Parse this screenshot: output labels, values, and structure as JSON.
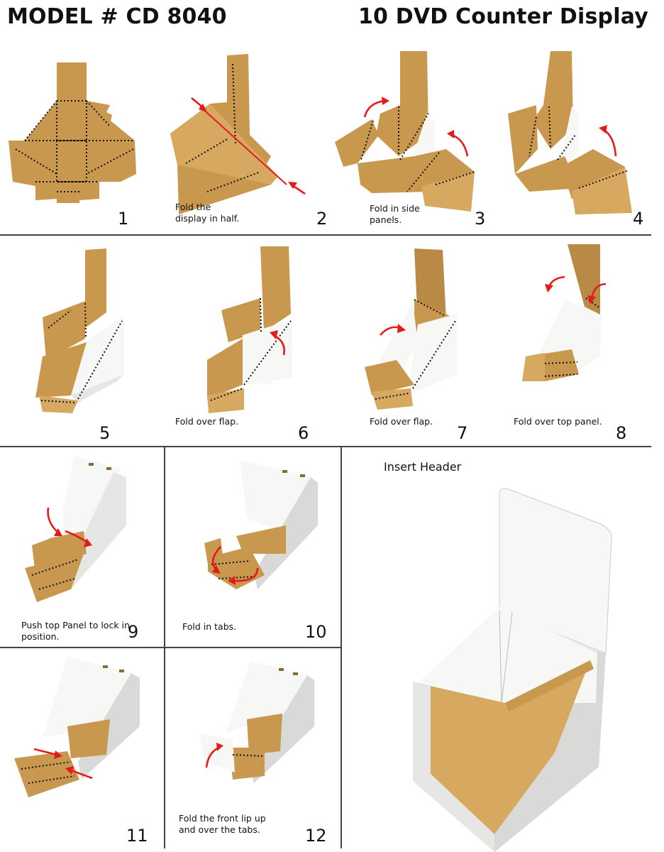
{
  "header": {
    "model": "MODEL # CD 8040",
    "product": "10 DVD Counter Display"
  },
  "steps": [
    {
      "number": "1",
      "caption": ""
    },
    {
      "number": "2",
      "caption": "Fold the\ndisplay in half."
    },
    {
      "number": "3",
      "caption": "Fold in side\npanels."
    },
    {
      "number": "4",
      "caption": ""
    },
    {
      "number": "5",
      "caption": ""
    },
    {
      "number": "6",
      "caption": "Fold over flap."
    },
    {
      "number": "7",
      "caption": "Fold over flap."
    },
    {
      "number": "8",
      "caption": "Fold over top panel."
    },
    {
      "number": "9",
      "caption": "Push top Panel to lock in\nposition."
    },
    {
      "number": "10",
      "caption": "Fold in tabs."
    },
    {
      "number": "11",
      "caption": ""
    },
    {
      "number": "12",
      "caption": "Fold the front lip up\nand over the tabs."
    }
  ],
  "final": {
    "label": "Insert Header"
  },
  "colors": {
    "kraft": "#c9984f",
    "white_board": "#f7f7f5",
    "arrow_red": "#e41b1b",
    "divider": "#444444"
  },
  "icons": [
    "red-fold-arrow-icon",
    "red-pointer-arrow-icon"
  ]
}
